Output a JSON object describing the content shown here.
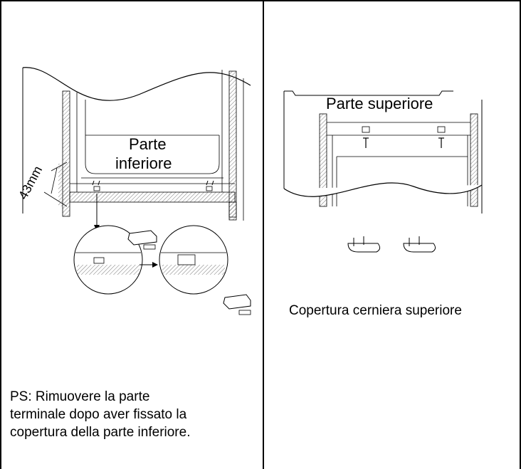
{
  "left_panel": {
    "label_bottom_line1": "Parte",
    "label_bottom_line2": "inferiore",
    "dimension": "43mm",
    "note_line1": "PS: Rimuovere la parte",
    "note_line2": "terminale dopo aver fissato la",
    "note_line3": "copertura della parte inferiore."
  },
  "right_panel": {
    "label_top": "Parte superiore",
    "caption": "Copertura cerniera superiore"
  }
}
